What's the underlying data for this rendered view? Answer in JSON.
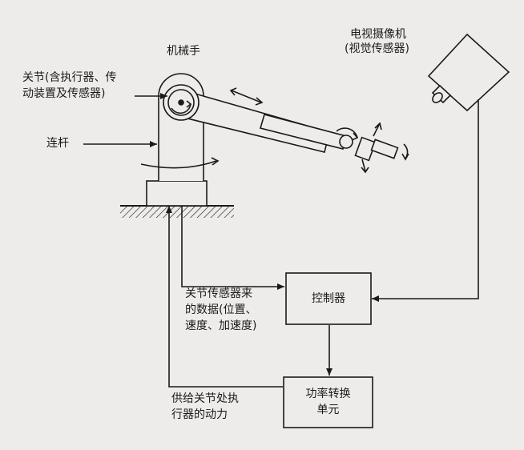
{
  "labels": {
    "robot_hand": "机械手",
    "camera_line1": "电视摄像机",
    "camera_line2": "(视觉传感器)",
    "joint_line1": "关节(含执行器、传",
    "joint_line2": "动装置及传感器)",
    "link": "连杆",
    "sensor_data_line1": "关节传感器来",
    "sensor_data_line2": "的数据(位置、",
    "sensor_data_line3": "速度、加速度)",
    "power_supply_line1": "供给关节处执",
    "power_supply_line2": "行器的动力"
  },
  "boxes": {
    "controller": "控制器",
    "power_unit_line1": "功率转换",
    "power_unit_line2": "单元"
  }
}
